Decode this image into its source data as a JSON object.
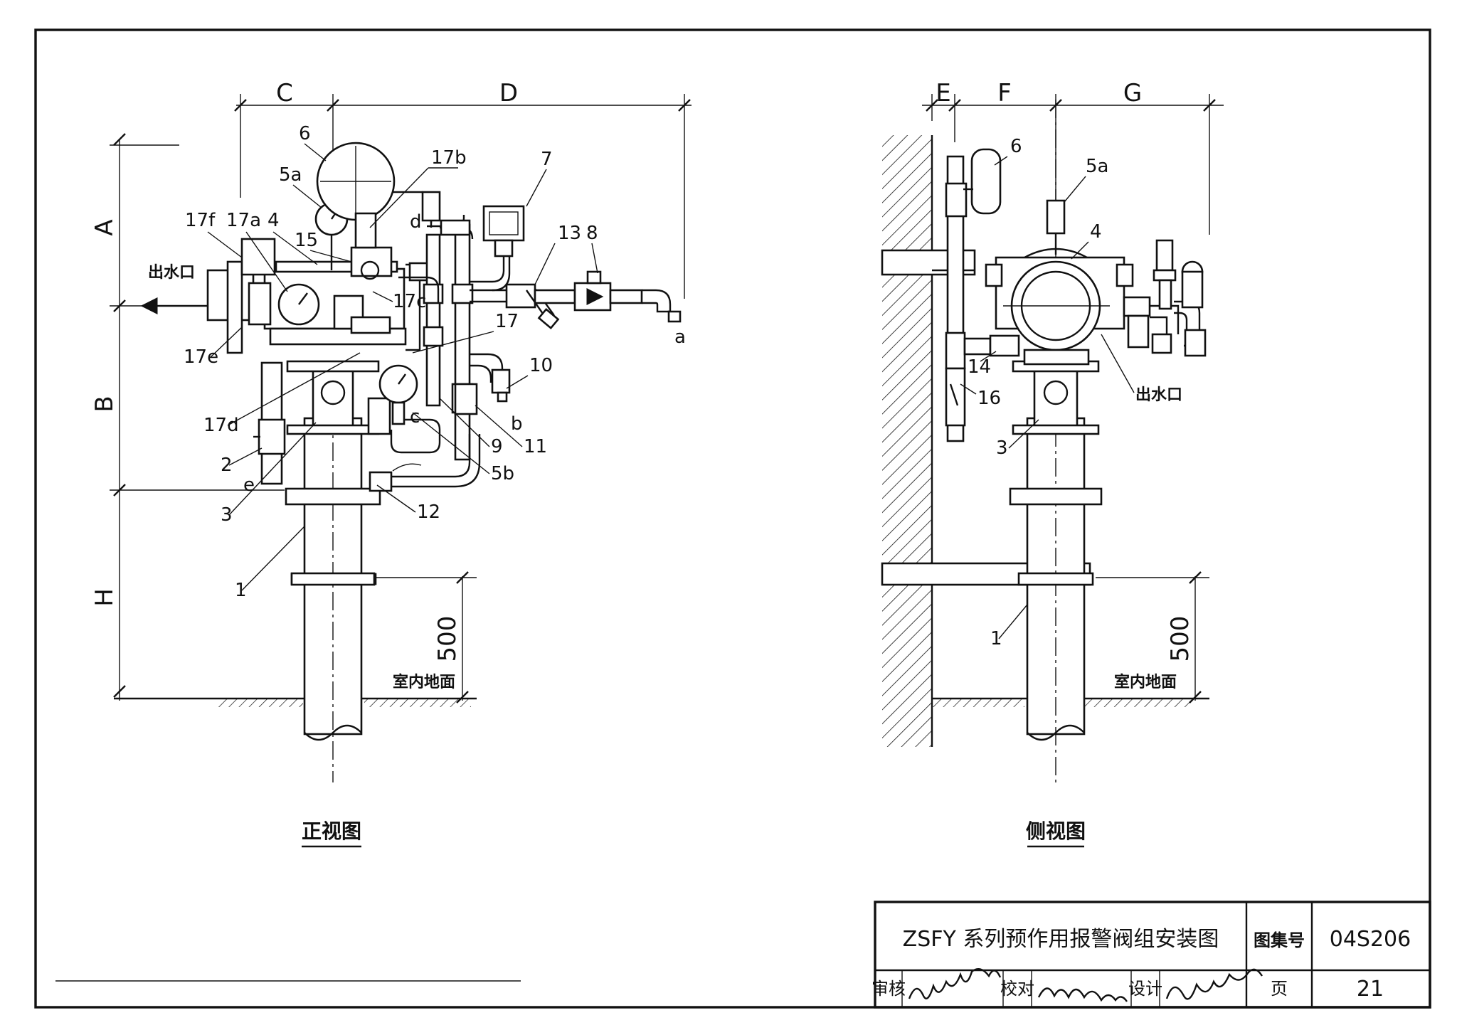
{
  "title_block": {
    "title": "ZSFY 系列预作用报警阀组安装图",
    "atlas_label": "图集号",
    "atlas_no": "04S206",
    "review_label": "审核",
    "check_label": "校对",
    "design_label": "设计",
    "page_label": "页",
    "page_no": "21"
  },
  "front_view": {
    "caption": "正视图",
    "outlet": "出水口",
    "floor": "室内地面",
    "dims": {
      "A": "A",
      "B": "B",
      "C": "C",
      "D": "D",
      "H": "H",
      "h500": "500"
    },
    "callouts": {
      "c1": "1",
      "c2": "2",
      "c3": "3",
      "c4": "4",
      "c5a": "5a",
      "c5b": "5b",
      "c6": "6",
      "c7": "7",
      "c8": "8",
      "c9": "9",
      "c10": "10",
      "c11": "11",
      "c12": "12",
      "c13": "13",
      "c15": "15",
      "c17": "17",
      "c17a": "17a",
      "c17b": "17b",
      "c17c": "17c",
      "c17d": "17d",
      "c17e": "17e",
      "c17f": "17f",
      "pa": "a",
      "pb": "b",
      "pc": "c",
      "pd": "d",
      "pe": "e"
    }
  },
  "side_view": {
    "caption": "侧视图",
    "outlet": "出水口",
    "floor": "室内地面",
    "dims": {
      "E": "E",
      "F": "F",
      "G": "G",
      "h500": "500"
    },
    "callouts": {
      "c1": "1",
      "c3": "3",
      "c4": "4",
      "c5a": "5a",
      "c6": "6",
      "c14": "14",
      "c16": "16"
    }
  },
  "colors": {
    "ink": "#111111",
    "paper": "#ffffff"
  }
}
